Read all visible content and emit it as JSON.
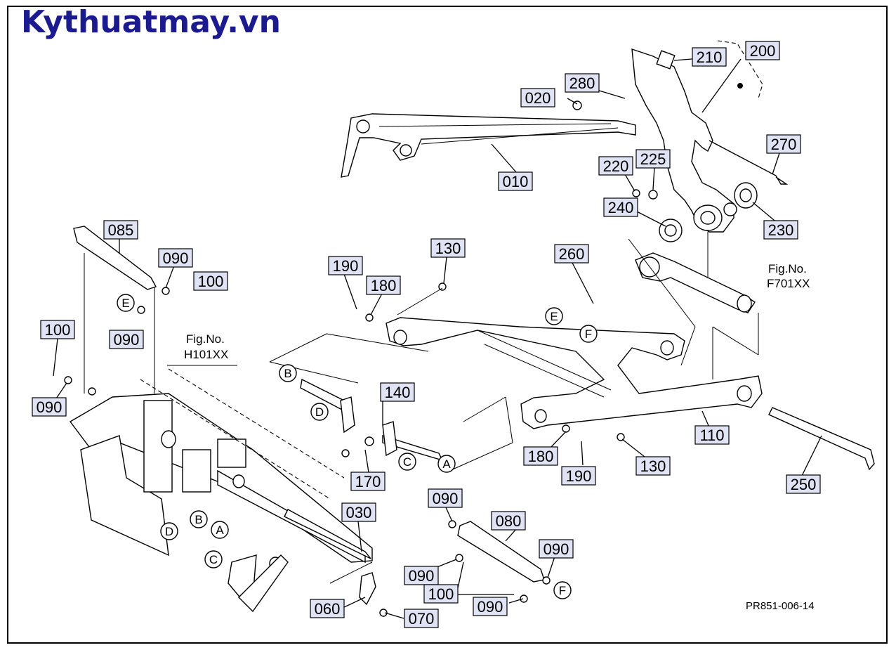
{
  "watermark": "Kythuatmay.vn",
  "drawing_code": "PR851-006-14",
  "fig_refs": [
    {
      "id": "fig-h101",
      "line1": "Fig.No.",
      "line2": "H101XX"
    },
    {
      "id": "fig-f701",
      "line1": "Fig.No.",
      "line2": "F701XX"
    }
  ],
  "part_numbers": {
    "p010": "010",
    "p020": "020",
    "p030": "030",
    "p060": "060",
    "p070": "070",
    "p080": "080",
    "p085": "085",
    "p090a": "090",
    "p090b": "090",
    "p090c": "090",
    "p090d": "090",
    "p090e": "090",
    "p090f": "090",
    "p090g": "090",
    "p100a": "100",
    "p100b": "100",
    "p100c": "100",
    "p110": "110",
    "p130a": "130",
    "p130b": "130",
    "p140": "140",
    "p170": "170",
    "p180a": "180",
    "p180b": "180",
    "p190a": "190",
    "p190b": "190",
    "p200": "200",
    "p210": "210",
    "p220": "220",
    "p225": "225",
    "p230": "230",
    "p240": "240",
    "p250": "250",
    "p260": "260",
    "p270": "270",
    "p280": "280"
  },
  "ref_letters": {
    "A1": "A",
    "A2": "A",
    "B1": "B",
    "B2": "B",
    "C1": "C",
    "C2": "C",
    "D1": "D",
    "D2": "D",
    "E1": "E",
    "E2": "E",
    "F1": "F",
    "F2": "F"
  },
  "colors": {
    "logo": "#1b1b8f",
    "label_box": "#dfe3f4",
    "line": "#000000"
  }
}
